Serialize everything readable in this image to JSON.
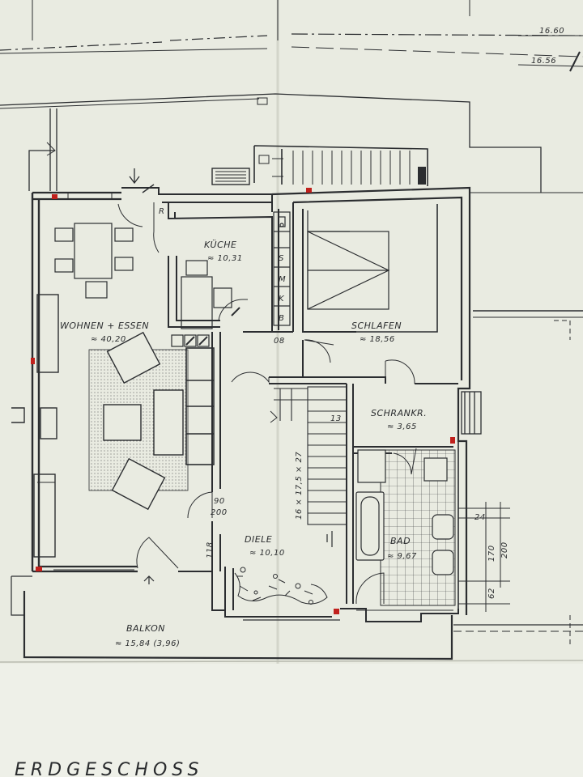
{
  "drawing": {
    "floor_title": "ERDGESCHOSS",
    "elevations": [
      "16.60",
      "16.56"
    ],
    "rooms": [
      {
        "id": "kueche",
        "name": "KÜCHE",
        "area": "≈ 10,31"
      },
      {
        "id": "wohnen",
        "name": "WOHNEN + ESSEN",
        "area": "≈ 40,20"
      },
      {
        "id": "schlafen",
        "name": "SCHLAFEN",
        "area": "≈ 18,56"
      },
      {
        "id": "schrank",
        "name": "SCHRANKR.",
        "area": "≈ 3,65"
      },
      {
        "id": "diele",
        "name": "DIELE",
        "area": "≈ 10,10"
      },
      {
        "id": "bad",
        "name": "BAD",
        "area": "≈ 9,67"
      },
      {
        "id": "balkon",
        "name": "BALKON",
        "area": "≈ 15,84 (3,96)"
      }
    ],
    "kitchen_units": [
      "S",
      "M",
      "K",
      "B"
    ],
    "labels": {
      "door_90": "90",
      "door_200": "200",
      "stair": "16 × 17,5 × 27",
      "stair_count": "13",
      "mark_08": "08",
      "mark_118": "118",
      "mark_r": "R"
    },
    "dimensions": [
      "24",
      "170",
      "200",
      "62"
    ]
  }
}
